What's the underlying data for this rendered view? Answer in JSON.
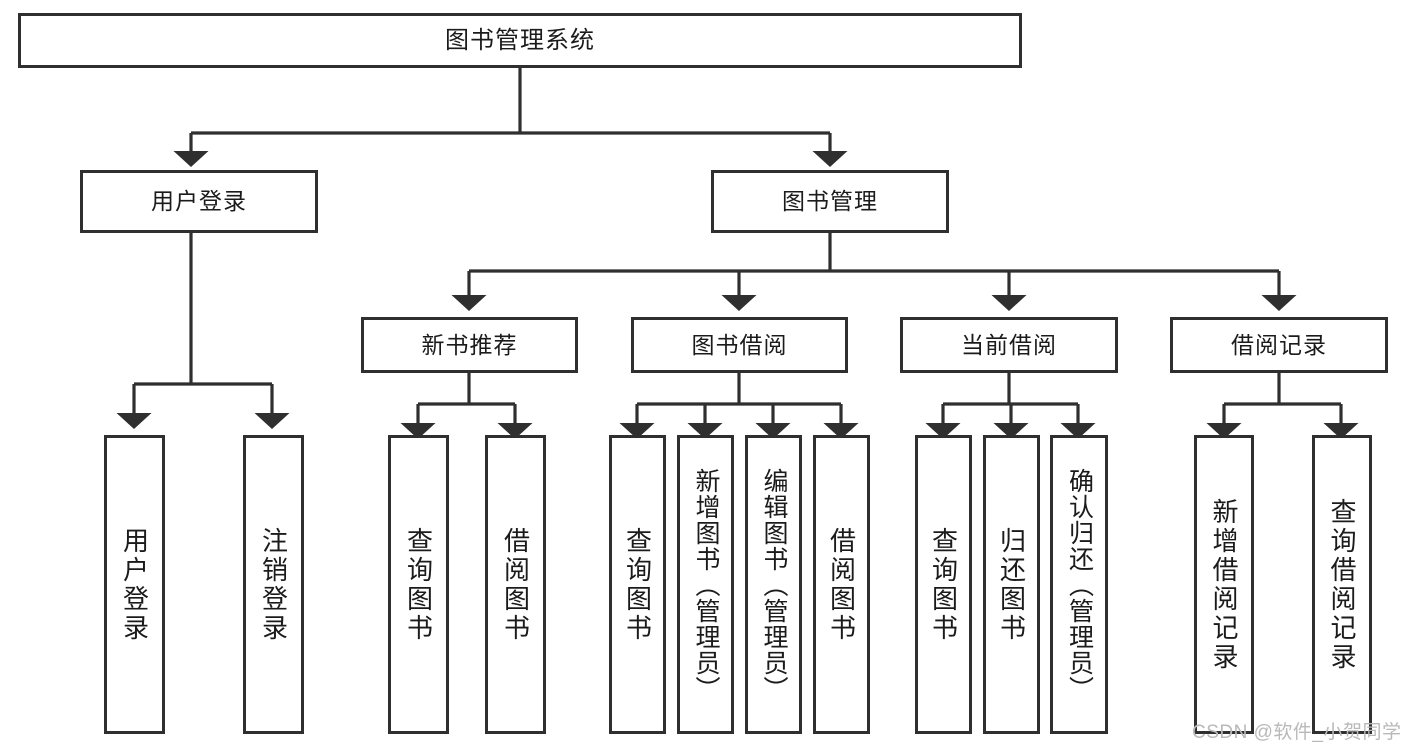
{
  "diagram": {
    "type": "tree-hierarchy-functional-decomposition",
    "root": {
      "label": "图书管理系统"
    },
    "level2": [
      {
        "label": "用户登录"
      },
      {
        "label": "图书管理"
      }
    ],
    "level3": [
      {
        "label": "新书推荐"
      },
      {
        "label": "图书借阅"
      },
      {
        "label": "当前借阅"
      },
      {
        "label": "借阅记录"
      }
    ],
    "leaves": {
      "user_login": [
        {
          "label": "用户登录"
        },
        {
          "label": "注销登录"
        }
      ],
      "new_book_recommend": [
        {
          "label": "查询图书"
        },
        {
          "label": "借阅图书"
        }
      ],
      "book_borrow": [
        {
          "label": "查询图书"
        },
        {
          "label": "新增图书（管理员）"
        },
        {
          "label": "编辑图书（管理员）"
        },
        {
          "label": "借阅图书"
        }
      ],
      "current_borrow": [
        {
          "label": "查询图书"
        },
        {
          "label": "归还图书"
        },
        {
          "label": "确认归还（管理员）"
        }
      ],
      "borrow_record": [
        {
          "label": "新增借阅记录"
        },
        {
          "label": "查询借阅记录"
        }
      ]
    },
    "watermark": "CSDN @软件_小贺同学",
    "colors": {
      "stroke": "#2f2f2f",
      "fill": "#ffffff",
      "text": "#1b1b1b",
      "watermark": "#b9b9b9"
    }
  }
}
